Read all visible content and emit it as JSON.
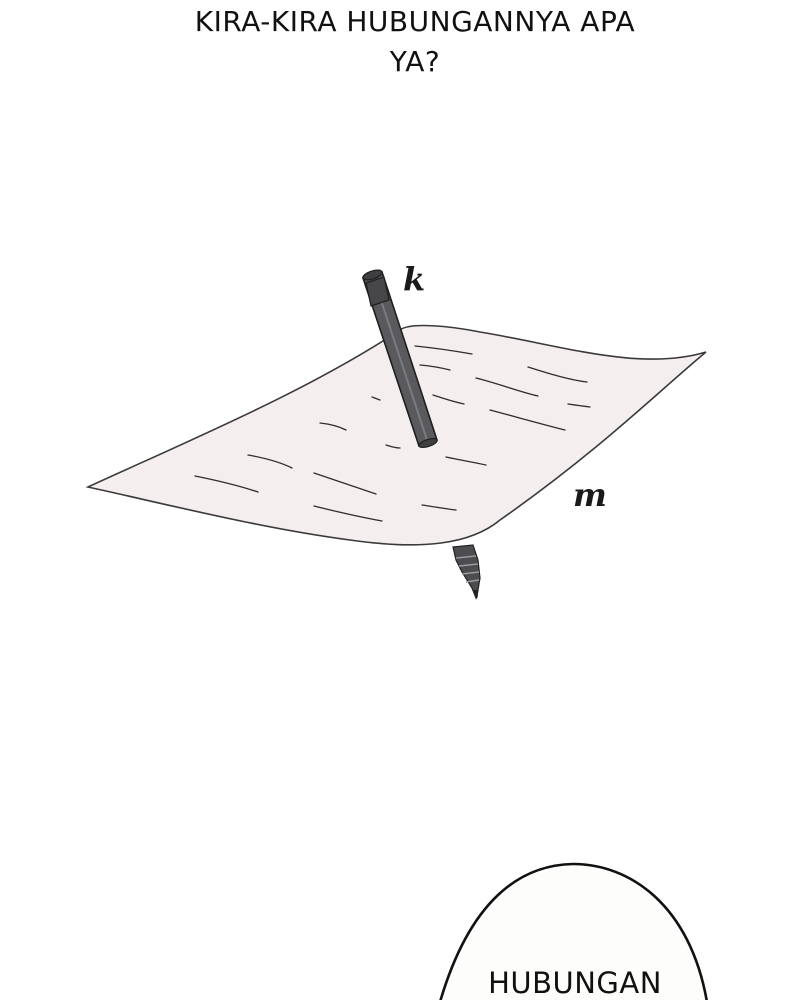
{
  "heading": {
    "line1": "KIRA-KIRA HUBUNGANNYA APA",
    "line2": "YA?"
  },
  "illustration": {
    "line_label": "k",
    "plane_label": "m",
    "paper_color": "#f4eeee",
    "pen_color": "#5a5a5e"
  },
  "bubble": {
    "text": "HUBUNGAN"
  }
}
